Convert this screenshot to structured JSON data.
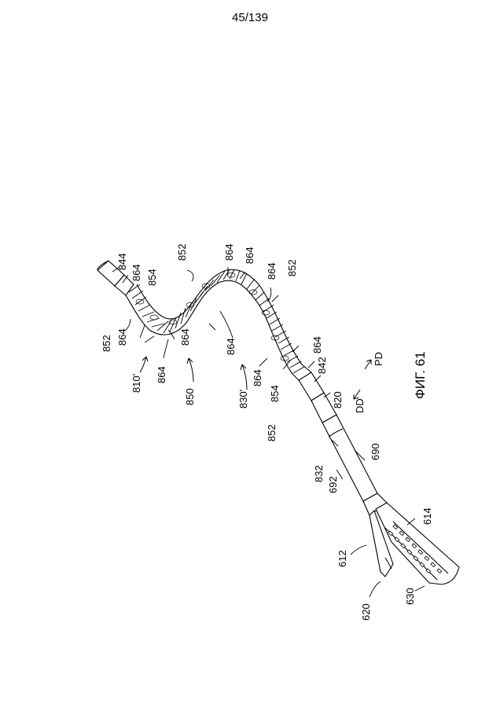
{
  "page": {
    "number": "45/139"
  },
  "figure": {
    "caption": "ФИГ. 61",
    "direction_labels": {
      "dd": "DD",
      "pd": "PD"
    },
    "labels": {
      "l844": "844",
      "l864_a": "864",
      "l854_a": "854",
      "l852_top": "852",
      "l864_b": "864",
      "l864_c": "864",
      "l864_d": "864",
      "l852_b": "852",
      "l852_left": "852",
      "l864_e": "864",
      "l864_f": "864",
      "l864_g": "864",
      "l864_h": "864",
      "l810": "810'",
      "l850": "850",
      "l830": "830'",
      "l864_i": "864",
      "l854_b": "854",
      "l842": "842",
      "l864_j": "864",
      "l820": "820",
      "l852_c": "852",
      "l832": "832",
      "l692": "692",
      "l690": "690",
      "l614": "614",
      "l612": "612",
      "l620": "620",
      "l630": "630"
    }
  }
}
